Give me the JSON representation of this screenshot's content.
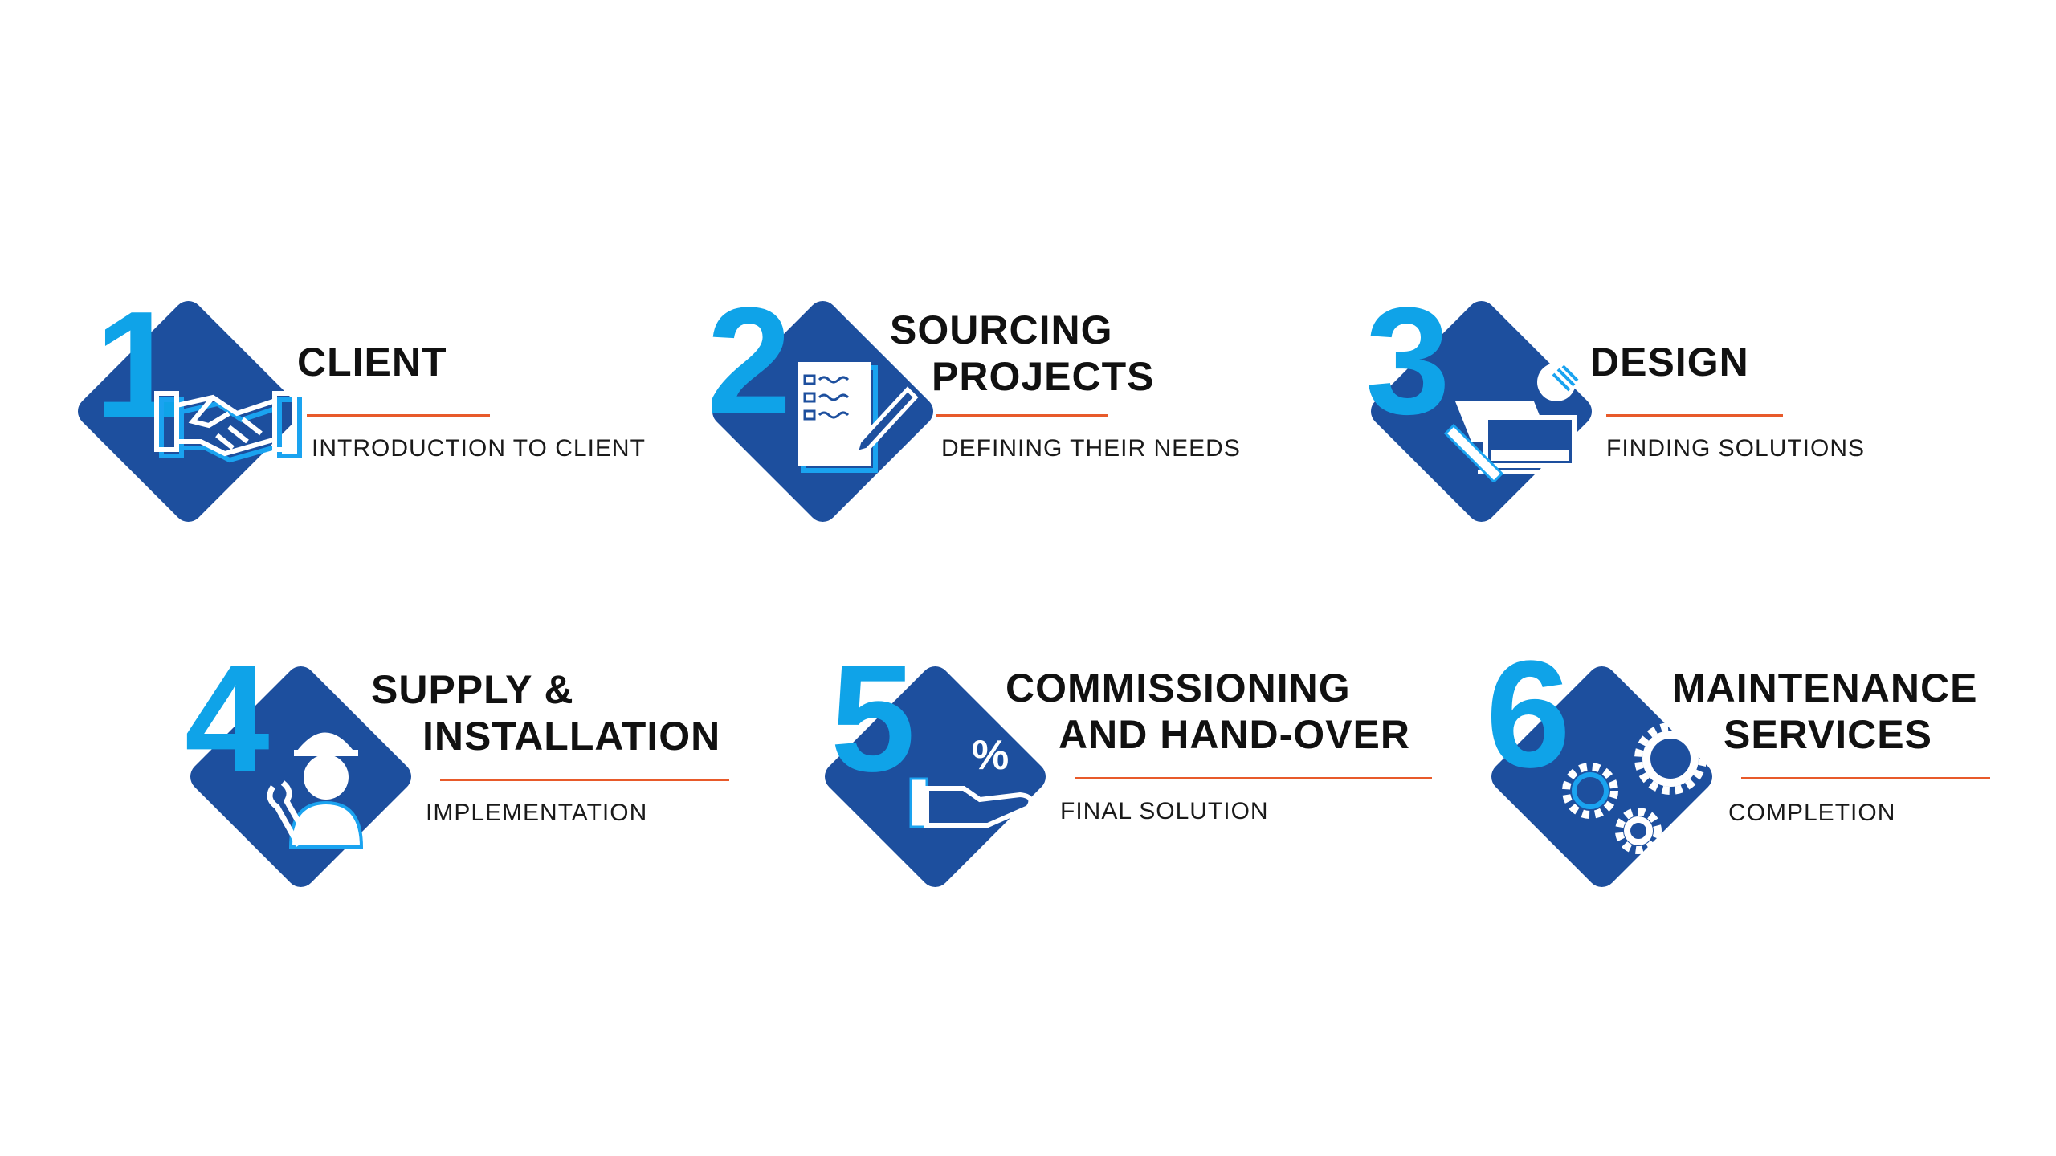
{
  "steps": [
    {
      "number": "1",
      "title_line1": "CLIENT",
      "title_line2": "",
      "subtitle": "INTRODUCTION TO CLIENT",
      "icon": "handshake-icon"
    },
    {
      "number": "2",
      "title_line1": "SOURCING",
      "title_line2": "PROJECTS",
      "subtitle": "DEFINING THEIR NEEDS",
      "icon": "checklist-icon"
    },
    {
      "number": "3",
      "title_line1": "DESIGN",
      "title_line2": "",
      "subtitle": "FINDING SOLUTIONS",
      "icon": "design-tools-icon"
    },
    {
      "number": "4",
      "title_line1": "SUPPLY &",
      "title_line2": "INSTALLATION",
      "subtitle": "IMPLEMENTATION",
      "icon": "worker-icon"
    },
    {
      "number": "5",
      "title_line1": "COMMISSIONING",
      "title_line2": "AND HAND-OVER",
      "subtitle": "FINAL SOLUTION",
      "icon": "hand-percent-icon"
    },
    {
      "number": "6",
      "title_line1": "MAINTENANCE",
      "title_line2": "SERVICES",
      "subtitle": "COMPLETION",
      "icon": "gears-icon"
    }
  ],
  "colors": {
    "diamond": "#1d4f9e",
    "number": "#0fa3e8",
    "rule": "#e85a2a",
    "icon_shadow": "#1aa3f0"
  }
}
